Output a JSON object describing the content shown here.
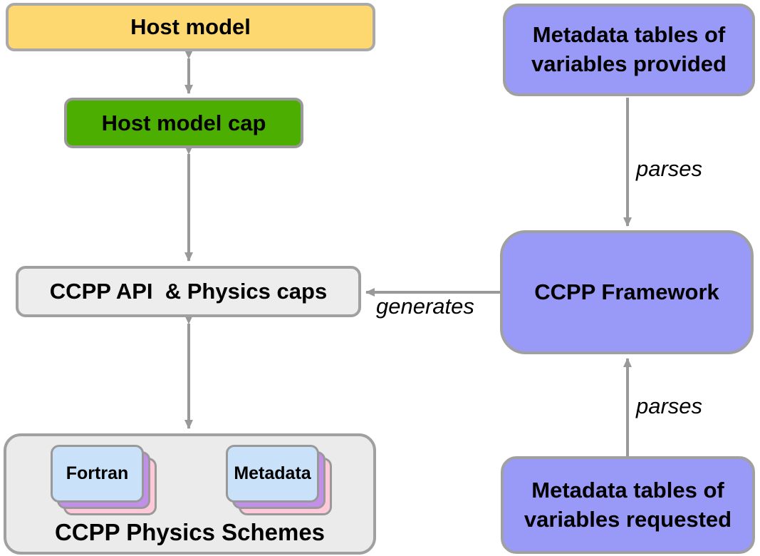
{
  "diagram": {
    "boxes": {
      "host_model": {
        "label": "Host model",
        "fill": "#FDD870"
      },
      "host_model_cap": {
        "label": "Host model cap",
        "fill": "#4CAE00"
      },
      "ccpp_api": {
        "label": "CCPP API  & Physics caps",
        "fill": "#EDEDED"
      },
      "physics_schemes": {
        "label": "CCPP Physics Schemes",
        "fill": "#EBEBEB"
      },
      "metadata_provided": {
        "label": "Metadata tables of variables provided",
        "fill": "#9999F8"
      },
      "ccpp_framework": {
        "label": "CCPP Framework",
        "fill": "#9999F8"
      },
      "metadata_requested": {
        "label": "Metadata tables of variables requested",
        "fill": "#9999F8"
      }
    },
    "cards": {
      "fortran": {
        "label": "Fortran",
        "front_fill": "#C9E2F9",
        "mid_fill": "#C28FE9",
        "back_fill": "#FFC9DA"
      },
      "metadata": {
        "label": "Metadata",
        "front_fill": "#C9E2F9",
        "mid_fill": "#C28FE9",
        "back_fill": "#FFC9DA"
      }
    },
    "edge_labels": {
      "parses_top": "parses",
      "generates": "generates",
      "parses_bottom": "parses"
    },
    "colors": {
      "arrow": "#999999",
      "border": "#A0A0A0",
      "text": "#000000",
      "background": "#FFFFFF"
    }
  }
}
